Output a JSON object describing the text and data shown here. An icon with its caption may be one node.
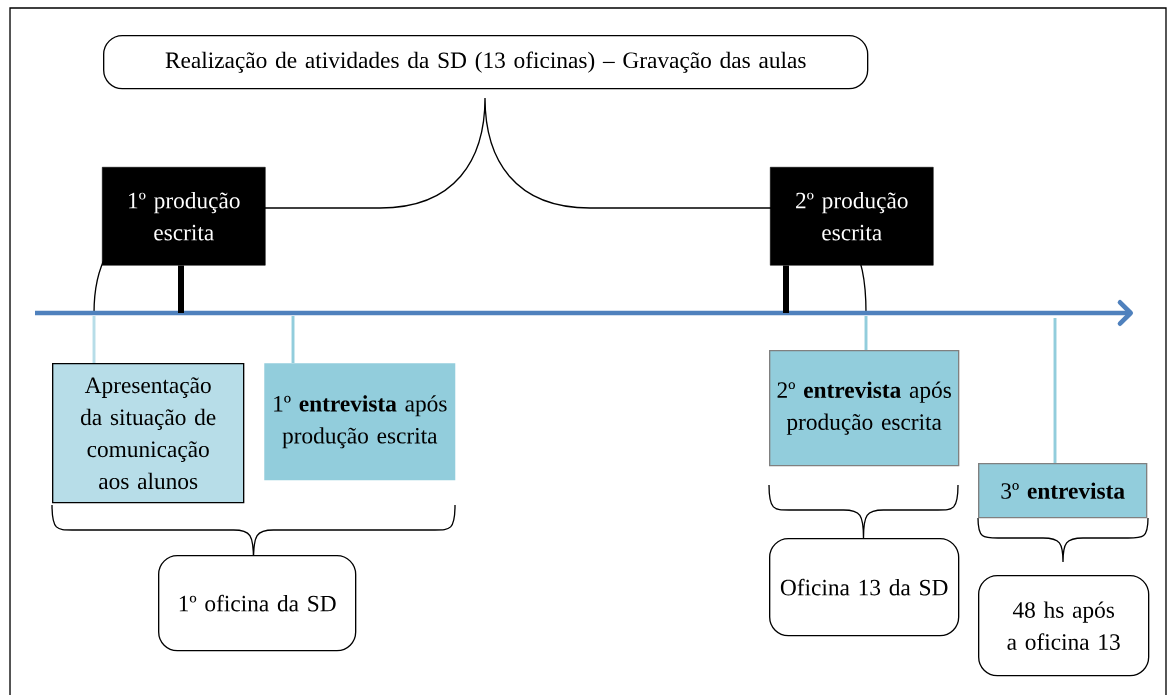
{
  "diagram": {
    "nodes": [
      {
        "text": [
          "Realização de atividades da SD (13 oficinas) – Gravação das aulas"
        ]
      },
      {
        "text": [
          "1º produção escrita"
        ]
      },
      {
        "text": [
          "2º produção escrita"
        ]
      },
      {
        "text": [
          "Apresentação da situação de comunicação aos alunos"
        ]
      },
      {
        "text": [
          "1º **entrevista** após produção escrita"
        ]
      },
      {
        "text": [
          "2º **entrevista** após produção escrita"
        ]
      },
      {
        "text": [
          "3º **entrevista**"
        ]
      },
      {
        "text": [
          "1º oficina da SD"
        ]
      },
      {
        "text": [
          "Oficina 13 da SD"
        ]
      },
      {
        "text": [
          "48 hs após a oficina 13"
        ]
      }
    ],
    "edges": [
      {
        "from": 1,
        "to": null,
        "arrow": "none",
        "style": "thick",
        "color": "#000000"
      },
      {
        "from": 2,
        "to": null,
        "arrow": "none",
        "style": "thick",
        "color": "#000000"
      },
      {
        "from": null,
        "to": 3,
        "arrow": "none",
        "color": "#b7dde8"
      },
      {
        "from": null,
        "to": 4,
        "arrow": "none",
        "color": "#92cddc"
      },
      {
        "from": null,
        "to": 5,
        "arrow": "none",
        "color": "#92cddc"
      },
      {
        "from": null,
        "to": 6,
        "arrow": "none",
        "color": "#92cddc"
      }
    ]
  }
}
